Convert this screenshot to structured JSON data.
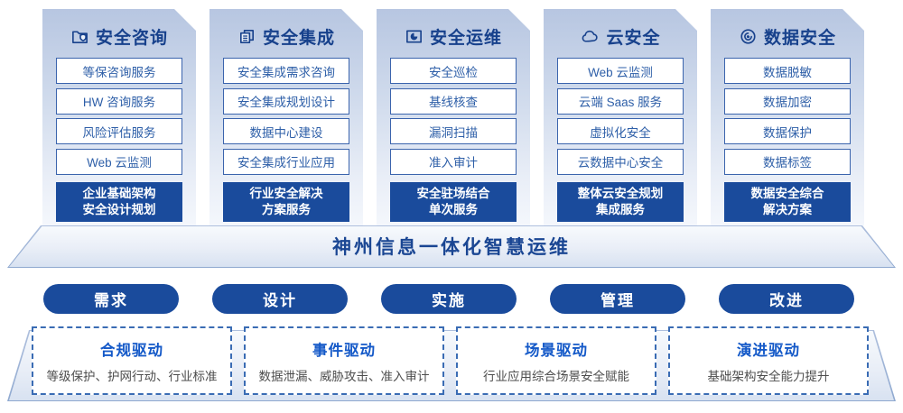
{
  "banner": {
    "label": "神州信息一体化智慧运维"
  },
  "columns": [
    {
      "title": "安全咨询",
      "icon": "folder-shield-icon",
      "items": [
        "等保咨询服务",
        "HW 咨询服务",
        "风险评估服务",
        "Web 云监测"
      ],
      "footer": "企业基础架构\n安全设计规划"
    },
    {
      "title": "安全集成",
      "icon": "documents-icon",
      "items": [
        "安全集成需求咨询",
        "安全集成规划设计",
        "数据中心建设",
        "安全集成行业应用"
      ],
      "footer": "行业安全解决\n方案服务"
    },
    {
      "title": "安全运维",
      "icon": "pie-folder-icon",
      "items": [
        "安全巡检",
        "基线核查",
        "漏洞扫描",
        "准入审计"
      ],
      "footer": "安全驻场结合\n单次服务"
    },
    {
      "title": "云安全",
      "icon": "cloud-icon",
      "items": [
        "Web 云监测",
        "云端 Saas 服务",
        "虚拟化安全",
        "云数据中心安全"
      ],
      "footer": "整体云安全规划\n集成服务"
    },
    {
      "title": "数据安全",
      "icon": "fingerprint-icon",
      "items": [
        "数据脱敏",
        "数据加密",
        "数据保护",
        "数据标签"
      ],
      "footer": "数据安全综合\n解决方案"
    }
  ],
  "process_pills": [
    "需求",
    "设计",
    "实施",
    "管理",
    "改进"
  ],
  "driver_boxes": [
    {
      "title": "合规驱动",
      "desc": "等级保护、护网行动、行业标准"
    },
    {
      "title": "事件驱动",
      "desc": "数据泄漏、威胁攻击、准入审计"
    },
    {
      "title": "场景驱动",
      "desc": "行业应用综合场景安全赋能"
    },
    {
      "title": "演进驱动",
      "desc": "基础架构安全能力提升"
    }
  ],
  "colors": {
    "deep_blue": "#1a4b9c",
    "title_navy": "#17418c",
    "item_border": "#3b64ad",
    "item_text": "#2e5fa8",
    "driver_title_blue": "#1459c8",
    "driver_desc_gray": "#4d4d4d",
    "panel_gradient_top": "#b7c6e1",
    "panel_gradient_bottom": "#f4f7fc"
  }
}
